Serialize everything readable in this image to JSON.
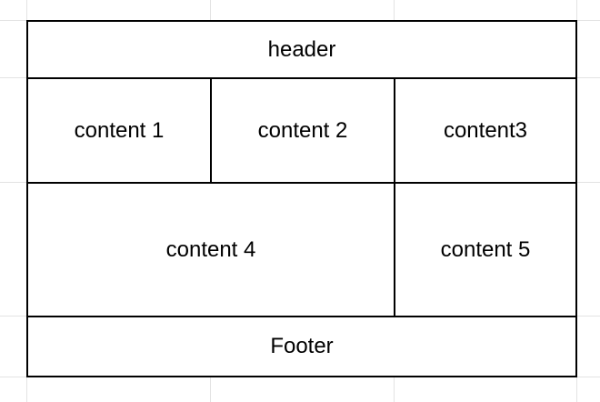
{
  "colors": {
    "background": "#ffffff",
    "gridline": "#e3e3e3",
    "border": "#000000",
    "text": "#000000"
  },
  "diagram": {
    "header": "header",
    "content_1": "content 1",
    "content_2": "content 2",
    "content_3": "content3",
    "content_4": "content 4",
    "content_5": "content 5",
    "footer": "Footer"
  }
}
